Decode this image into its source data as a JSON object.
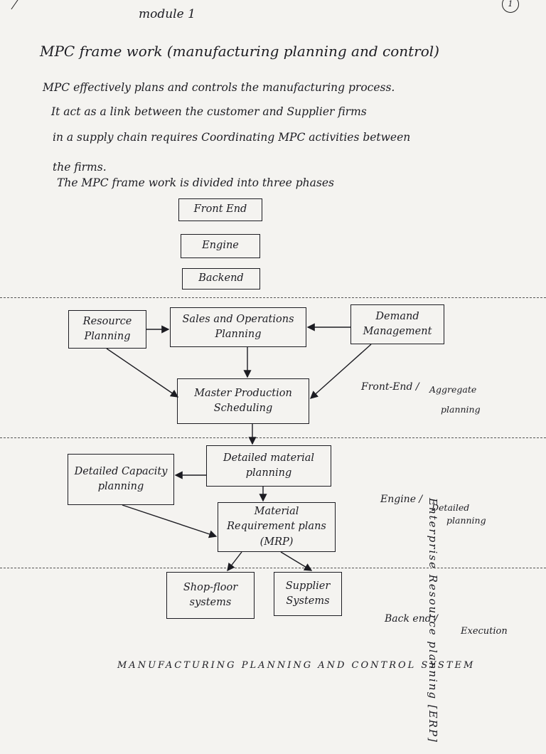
{
  "header": {
    "module": "module 1",
    "title": "MPC frame work (manufacturing planning and control)",
    "page_number": "1"
  },
  "intro": {
    "line1": "MPC effectively plans and controls the manufacturing process.",
    "line2": "It act as a link between the customer and Supplier firms",
    "line3": "in a supply chain requires Coordinating MPC activities between",
    "line4": "the firms.",
    "line5": "The MPC frame work is divided into three phases"
  },
  "phases": [
    "Front End",
    "Engine",
    "Backend"
  ],
  "diagram": {
    "nodes": {
      "resource_planning": "Resource Planning",
      "sop": "Sales and Operations Planning",
      "demand_mgmt": "Demand Management",
      "mps": "Master Production Scheduling",
      "dcp": "Detailed Capacity planning",
      "dmp": "Detailed material planning",
      "mrp": "Material Requirement plans (MRP)",
      "shop_floor": "Shop-floor systems",
      "supplier": "Supplier Systems"
    },
    "labels": {
      "front_end_a": "Front-End /",
      "front_end_b": "Aggregate",
      "front_end_c": "planning",
      "engine_a": "Engine /",
      "engine_b": "Detailed",
      "engine_c": "planning",
      "backend_a": "Back end /",
      "backend_b": "Execution"
    },
    "erp_label": "Enterprise Resource planning [ERP]"
  },
  "footer": "MANUFACTURING PLANNING AND CONTROL SYSTEM"
}
